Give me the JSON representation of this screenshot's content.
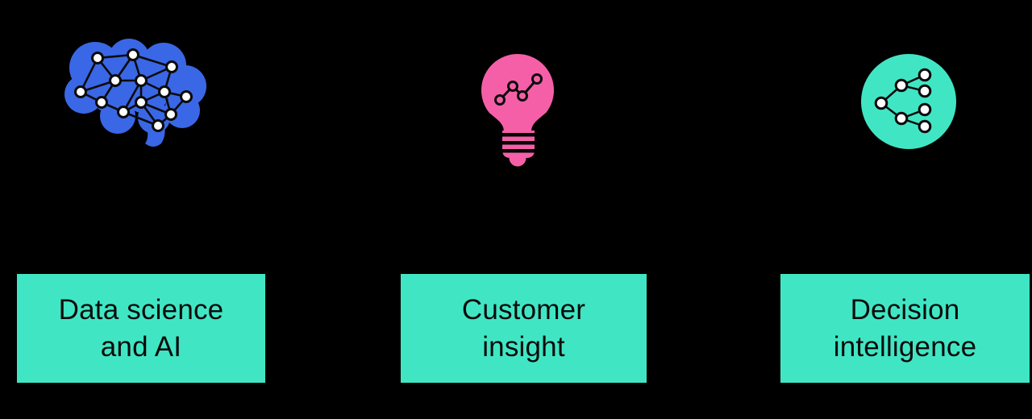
{
  "page": {
    "background_color": "#000000"
  },
  "styles": {
    "label_box_color": "#40E6C4",
    "label_text_color": "#0B0B0B",
    "outline_color": "#0B0B0B",
    "node_fill_color": "#FFFFFF"
  },
  "cards": [
    {
      "icon": "brain-network-icon",
      "icon_color": "#3A67E5",
      "label": "Data science and AI",
      "label_lines": [
        "Data science",
        "and AI"
      ]
    },
    {
      "icon": "lightbulb-chart-icon",
      "icon_color": "#F55FA8",
      "label": "Customer insight",
      "label_lines": [
        "Customer",
        "insight"
      ]
    },
    {
      "icon": "decision-tree-icon",
      "icon_color": "#40E6C4",
      "label": "Decision intelligence",
      "label_lines": [
        "Decision",
        "intelligence"
      ]
    }
  ]
}
